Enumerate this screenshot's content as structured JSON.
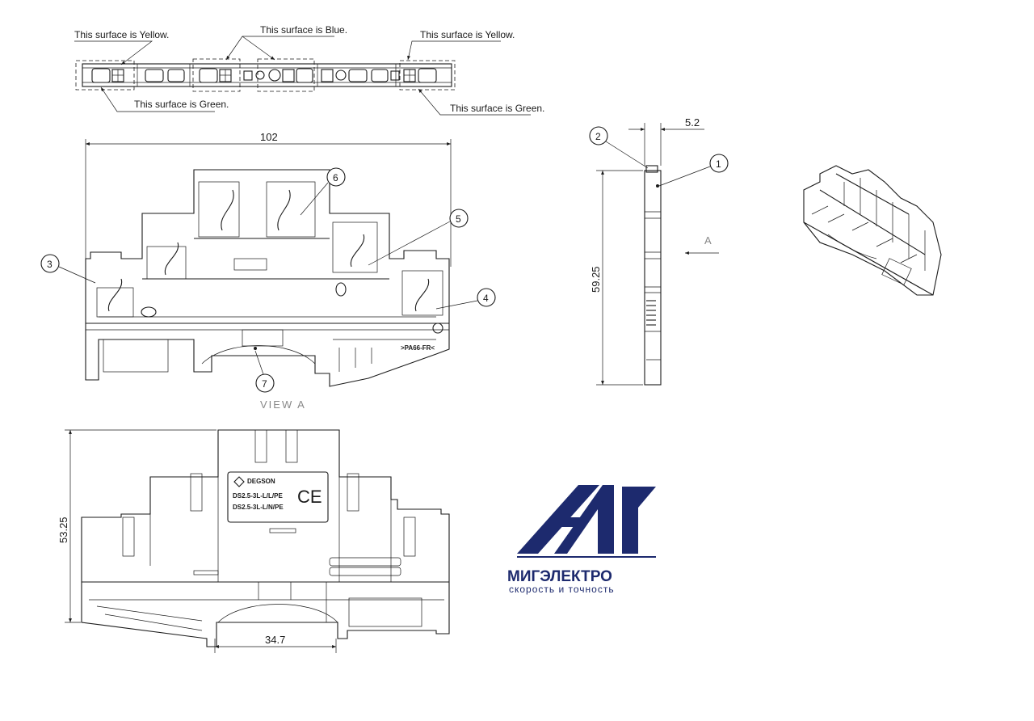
{
  "top_view": {
    "callouts": {
      "yellow_left": "This surface is Yellow.",
      "blue": "This surface is Blue.",
      "yellow_right": "This surface is Yellow.",
      "green_left": "This surface is Green.",
      "green_right": "This surface is Green."
    }
  },
  "front_view": {
    "width_dim": "102",
    "view_label": "VIEW  A",
    "material_mark": ">PA66-FR<",
    "balloons": [
      "1",
      "2",
      "3",
      "4",
      "5",
      "6",
      "7"
    ]
  },
  "side_view": {
    "thickness_dim": "5.2",
    "height_dim": "59.25",
    "view_arrow_label": "A"
  },
  "rear_view": {
    "height_dim": "53.25",
    "rail_dim": "34.7",
    "label_brand": "DEGSON",
    "label_line1": "DS2.5-3L-L/L/PE",
    "label_line2": "DS2.5-3L-L/N/PE",
    "ce_mark": "CE"
  },
  "logo": {
    "name": "МИГЭЛЕКТРО",
    "tagline": "скорость и точность",
    "color": "#1d2a6e"
  }
}
